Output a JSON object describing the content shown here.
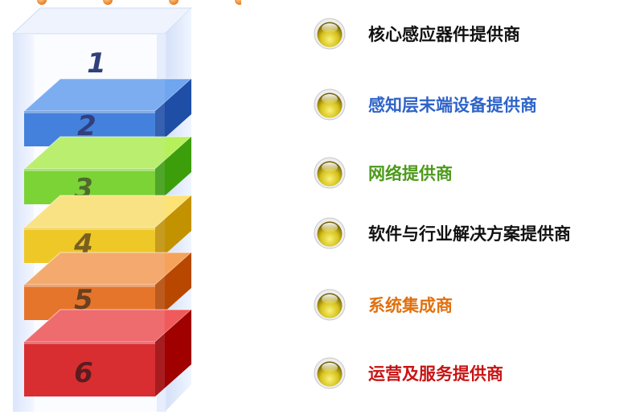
{
  "layers": [
    {
      "number": "1",
      "face": "#dfe8fb",
      "top": "#e9effc",
      "side": "#cfdbf6",
      "num_color": "#1a2a6c"
    },
    {
      "number": "2",
      "face": "#2f73d8",
      "top": "#6fa6ef",
      "side": "#1f4ea6",
      "num_color": "#1a2a6c"
    },
    {
      "number": "3",
      "face": "#6fd11a",
      "top": "#b6f05b",
      "side": "#3d9e0c",
      "num_color": "#3d5a10"
    },
    {
      "number": "4",
      "face": "#f1c40a",
      "top": "#fde274",
      "side": "#c29200",
      "num_color": "#6b4d00"
    },
    {
      "number": "5",
      "face": "#e8660f",
      "top": "#f7a25b",
      "side": "#b84800",
      "num_color": "#5a2a00"
    },
    {
      "number": "6",
      "face": "#d81515",
      "top": "#f15a5a",
      "side": "#a00000",
      "num_color": "#4a0000"
    }
  ],
  "items": [
    {
      "label": "核心感应器件提供商",
      "color": "#111111"
    },
    {
      "label": "感知层末端设备提供商",
      "color": "#2e63c9"
    },
    {
      "label": "网络提供商",
      "color": "#4e9a1c"
    },
    {
      "label": "软件与行业解决方案提供商",
      "color": "#111111"
    },
    {
      "label": "系统集成商",
      "color": "#e0710f"
    },
    {
      "label": "运营及服务提供商",
      "color": "#c81414"
    }
  ],
  "bullet_icon": "gold-sphere"
}
